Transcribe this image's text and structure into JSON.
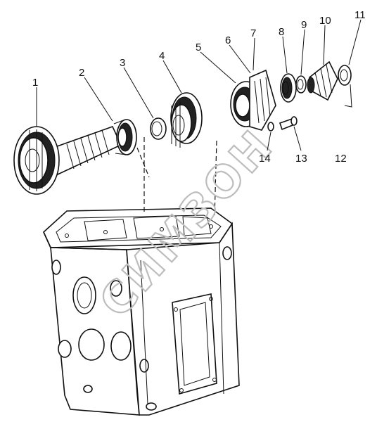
{
  "callouts": [
    {
      "id": "c1",
      "label": "1"
    },
    {
      "id": "c2",
      "label": "2"
    },
    {
      "id": "c3",
      "label": "3"
    },
    {
      "id": "c4",
      "label": "4"
    },
    {
      "id": "c5",
      "label": "5"
    },
    {
      "id": "c6",
      "label": "6"
    },
    {
      "id": "c7",
      "label": "7"
    },
    {
      "id": "c8",
      "label": "8"
    },
    {
      "id": "c9",
      "label": "9"
    },
    {
      "id": "c10",
      "label": "10"
    },
    {
      "id": "c11",
      "label": "11"
    },
    {
      "id": "c12",
      "label": "12"
    },
    {
      "id": "c13",
      "label": "13"
    },
    {
      "id": "c14",
      "label": "14"
    }
  ],
  "watermark": {
    "text": "СИМЗОН"
  },
  "colors": {
    "ink": "#111111",
    "paper": "#ffffff",
    "watermark": "#bdbdbd"
  }
}
